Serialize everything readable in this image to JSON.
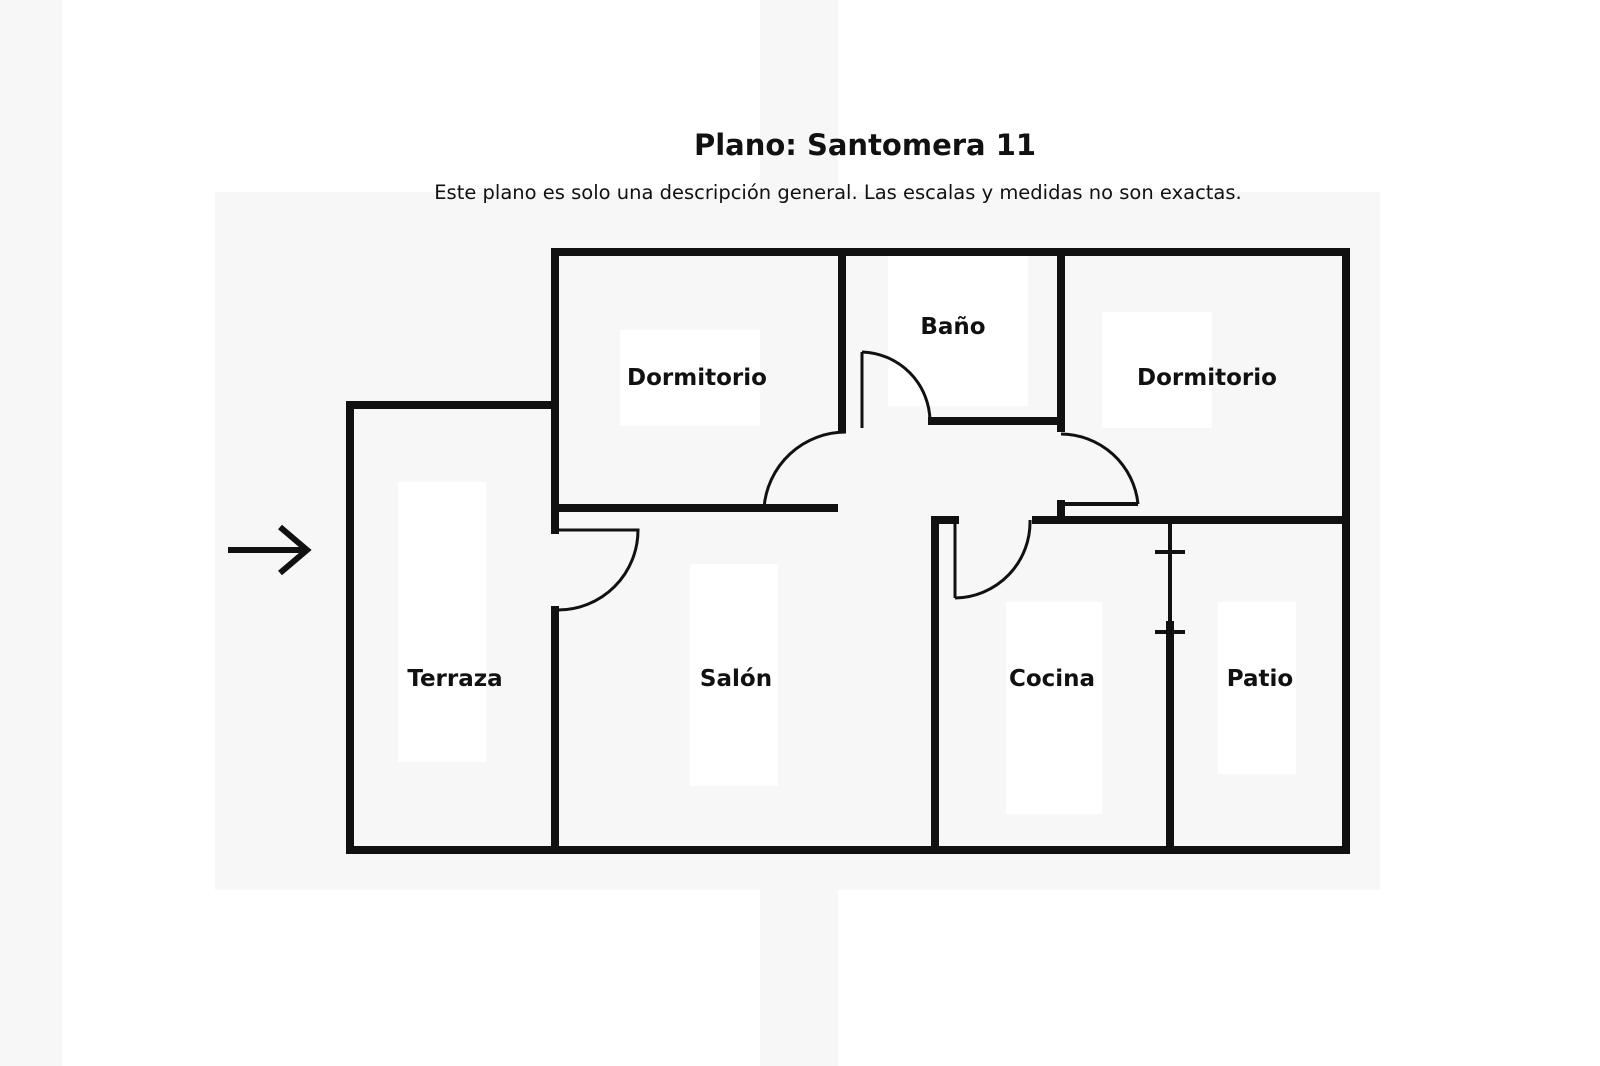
{
  "title": "Plano: Santomera 11",
  "subtitle": "Este plano es solo una descripción general. Las escalas y medidas no son exactas.",
  "rooms": {
    "dormitorio_left": "Dormitorio",
    "bano": "Baño",
    "dormitorio_right": "Dormitorio",
    "terraza": "Terraza",
    "salon": "Salón",
    "cocina": "Cocina",
    "patio": "Patio"
  },
  "colors": {
    "wall": "#111111",
    "background": "#ffffff",
    "shade": "#f7f7f7"
  },
  "icons": {
    "entrance": "arrow-right-icon"
  }
}
